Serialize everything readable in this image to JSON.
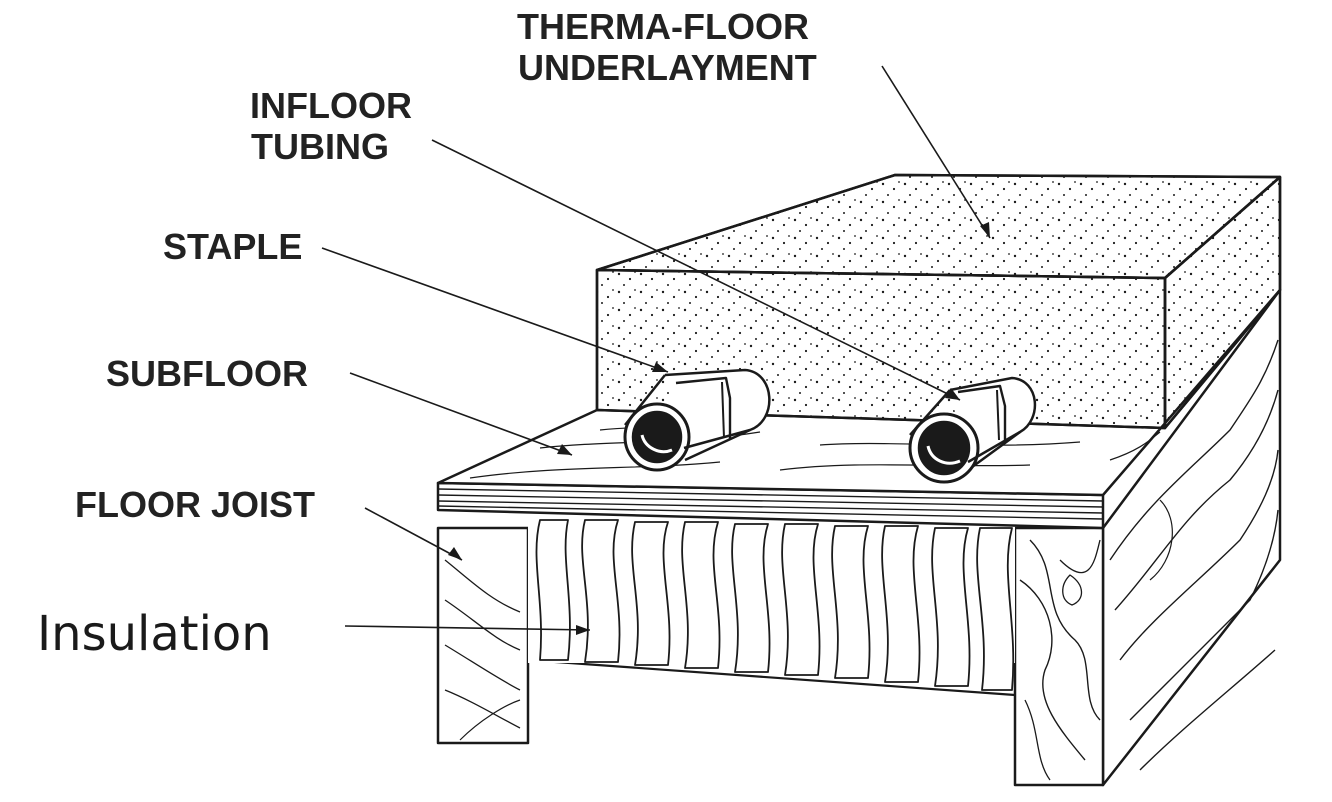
{
  "labels": {
    "underlayment_line1": "THERMA-FLOOR",
    "underlayment_line2": "UNDERLAYMENT",
    "tubing_line1": "INFLOOR",
    "tubing_line2": "TUBING",
    "staple": "STAPLE",
    "subfloor": "SUBFLOOR",
    "floor_joist": "FLOOR JOIST",
    "insulation": "Insulation"
  },
  "colors": {
    "ink": "#1a1a1a",
    "background": "#ffffff"
  }
}
